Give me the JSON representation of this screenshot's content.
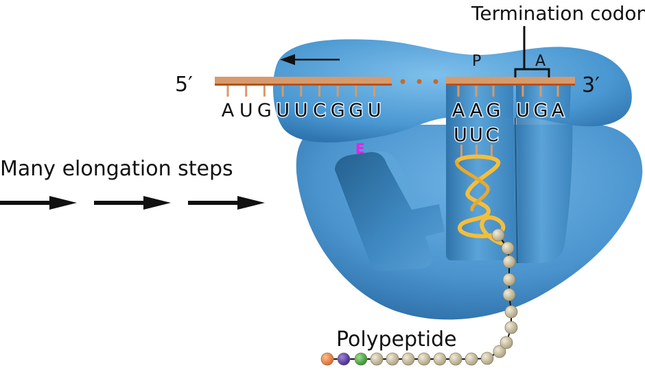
{
  "title": "Translation termination: ribosome reaches termination codon",
  "labels": {
    "termination_codon": "Termination codon",
    "five_prime": "5′",
    "three_prime": "3′",
    "p_site": "P",
    "a_site": "A",
    "e_site": "E",
    "steps": "Many elongation steps",
    "polypeptide": "Polypeptide"
  },
  "mrna": {
    "upstream_codons": [
      "AUG",
      "UUC",
      "GGU"
    ],
    "upstream_sequence": [
      "A",
      "U",
      "G",
      "U",
      "U",
      "C",
      "G",
      "G",
      "U"
    ],
    "p_site_codon": [
      "A",
      "A",
      "G"
    ],
    "a_site_codon": [
      "U",
      "G",
      "A"
    ],
    "gap_indicator": "…"
  },
  "trna": {
    "p_site_anticodon": [
      "U",
      "U",
      "C"
    ]
  },
  "arrows": {
    "mrna_movement_direction": "left",
    "elongation_arrow_count": 3
  },
  "polypeptide_chain": {
    "colored_residues": [
      "#f08a3c",
      "#5a3ca8",
      "#4fae4a"
    ],
    "plain_residue_color": "#cfc6a8"
  },
  "colors": {
    "ribosome": "#4a97d1",
    "mrna_backbone": "#d79a6c",
    "mrna_edge": "#b5521e",
    "trna_loop": "#f5be3a",
    "e_site_label": "#ee1de8"
  }
}
